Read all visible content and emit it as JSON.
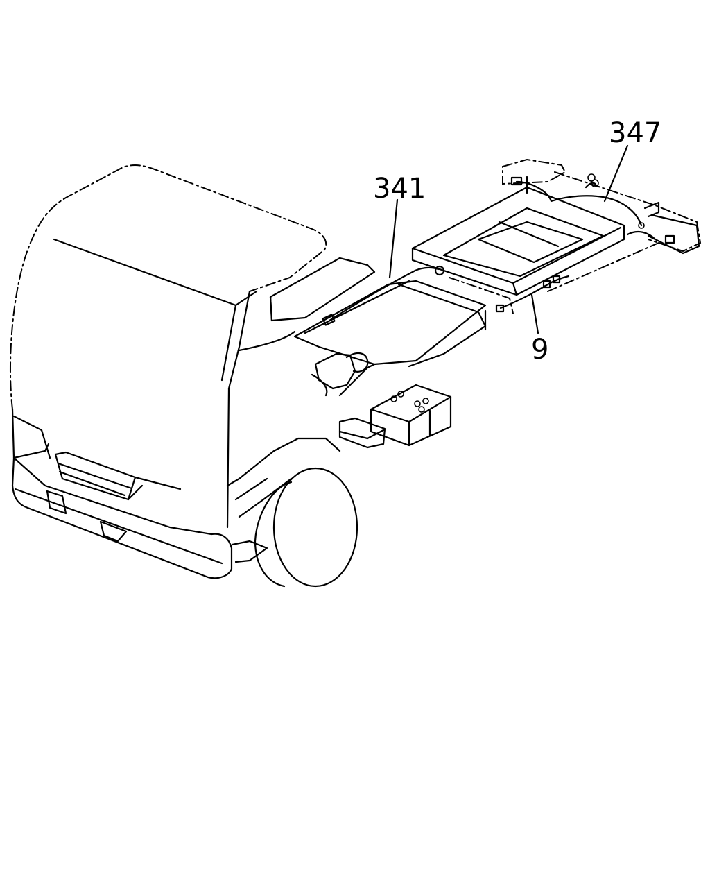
{
  "callouts": [
    {
      "id": "c341",
      "label": "341"
    },
    {
      "id": "c347",
      "label": "347"
    },
    {
      "id": "c9",
      "label": "9"
    }
  ]
}
